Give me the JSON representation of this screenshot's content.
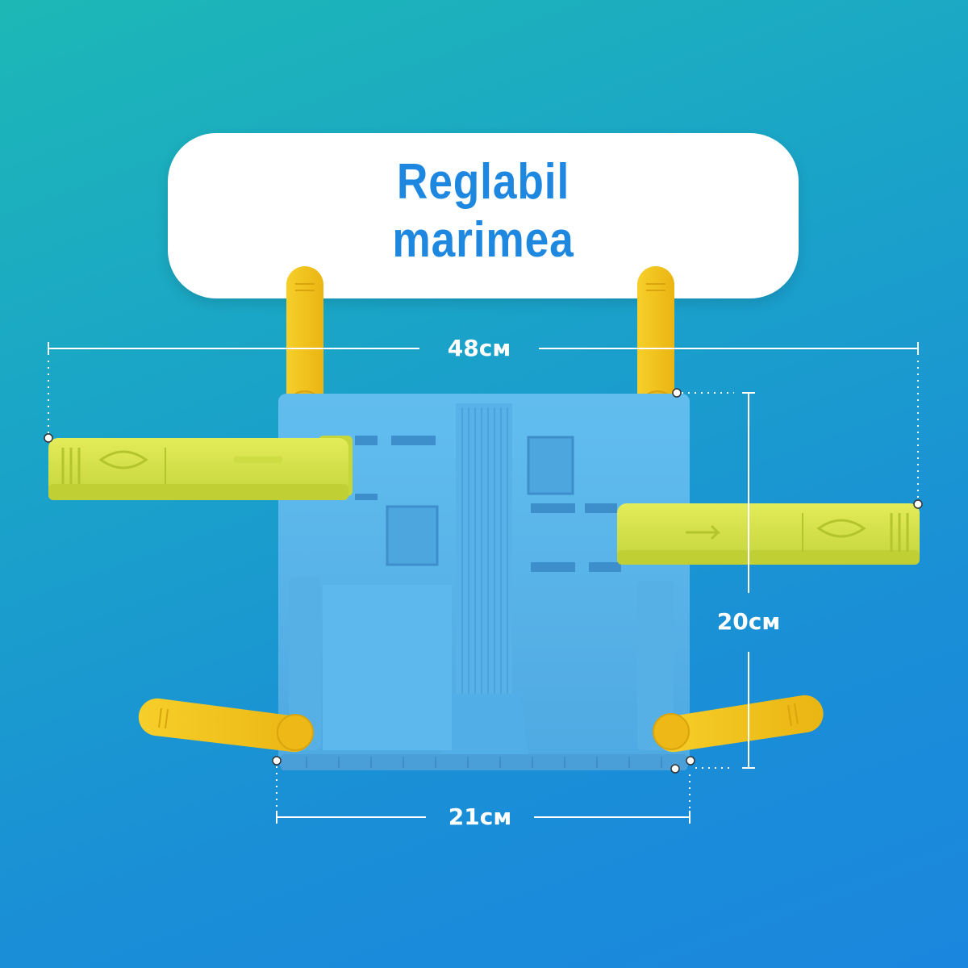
{
  "headline": {
    "line1": "Reglabil",
    "line2": "marimea"
  },
  "dimensions": {
    "width_total": "48см",
    "width_base": "21см",
    "height": "20см"
  },
  "colors": {
    "background_top": "#1db8b6",
    "background_bottom": "#1b86de",
    "card": "#ffffff",
    "headline_text": "#1e88e0",
    "stand_body": "#5bb6ea",
    "arms": "#f5c518",
    "clamps": "#d6e34a",
    "dimension_text": "#ffffff"
  }
}
